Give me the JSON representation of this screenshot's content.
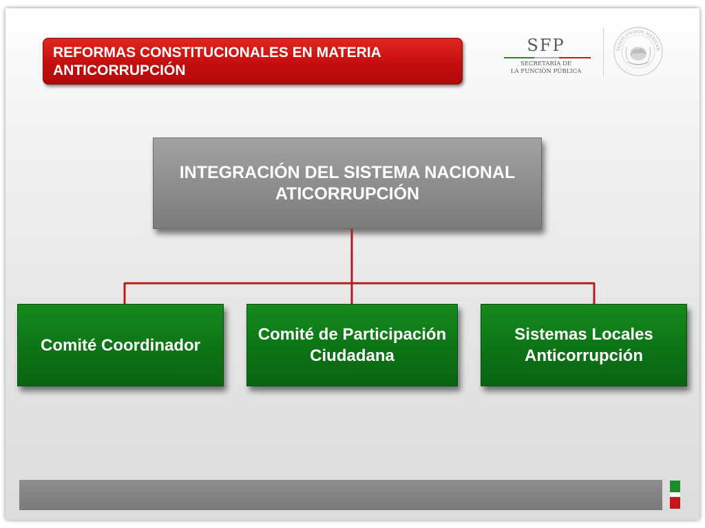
{
  "header": {
    "title": "REFORMAS CONSTITUCIONALES EN MATERIA ANTICORRUPCIÓN"
  },
  "logo": {
    "acronym": "SFP",
    "subtitle_line1": "SECRETARÍA DE",
    "subtitle_line2": "LA FUNCIÓN PÚBLICA",
    "seal_text": "ESTADOS UNIDOS MEXICANOS"
  },
  "diagram": {
    "root": "INTEGRACIÓN DEL SISTEMA NACIONAL ATICORRUPCIÓN",
    "children": [
      "Comité Coordinador",
      "Comité de Participación Ciudadana",
      "Sistemas Locales Anticorrupción"
    ]
  },
  "colors": {
    "title_red": "#c40f0f",
    "connector_red": "#b51b1b",
    "node_green": "#0d7416",
    "root_grey": "#8e8e8e"
  }
}
